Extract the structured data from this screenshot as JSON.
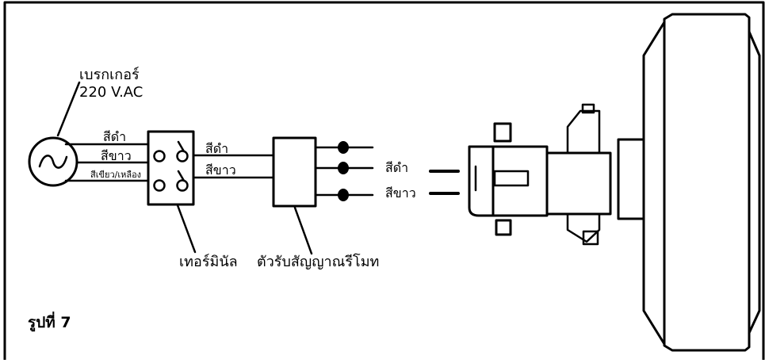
{
  "breaker": {
    "label": "เบรกเกอร์",
    "voltage": "220 V.AC"
  },
  "wires_breaker_side": {
    "black": "สีดำ",
    "white": "สีขาว",
    "ground": "สีเขียว/เหลือง"
  },
  "wires_terminal_side": {
    "black": "สีดำ",
    "white": "สีขาว"
  },
  "wires_motor_side": {
    "black": "สีดำ",
    "white": "สีขาว"
  },
  "terminal": {
    "label": "เทอร์มินัล"
  },
  "receiver": {
    "label": "ตัวรับสัญญาณรีโมท"
  },
  "figure": {
    "caption": "รูปที่ 7"
  }
}
